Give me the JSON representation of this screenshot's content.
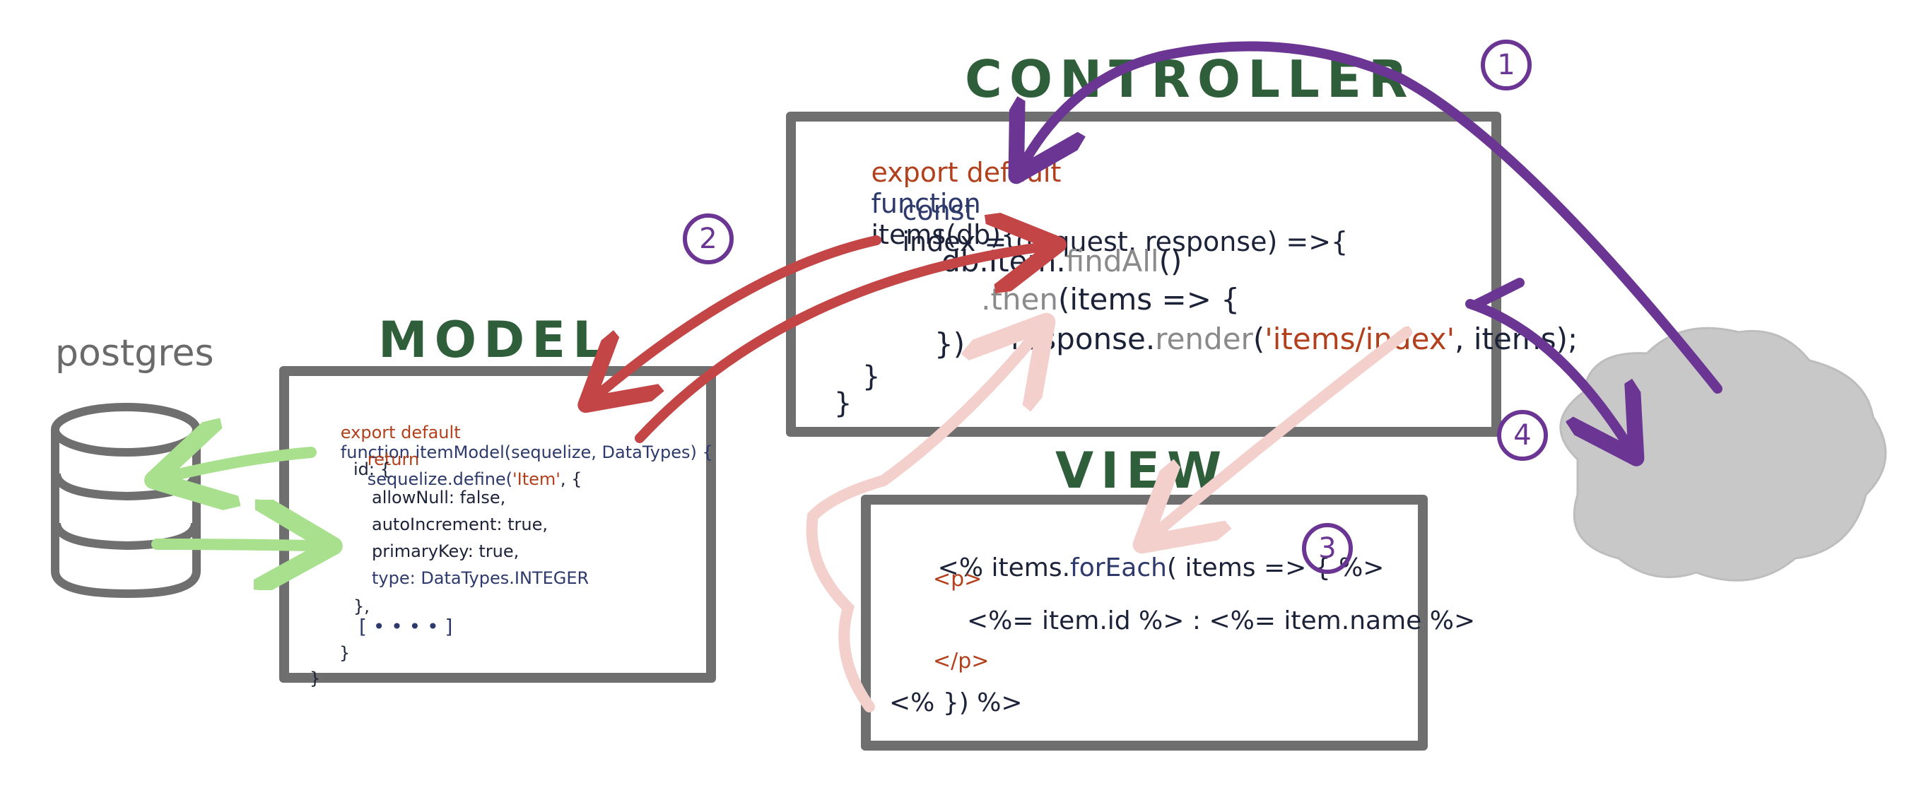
{
  "titles": {
    "controller": "CONTROLLER",
    "model": "MODEL",
    "view": "VIEW",
    "postgres": "postgres"
  },
  "controller_code": {
    "l1_kw": "export default",
    "l1_fn": "function",
    "l1_rest": "items(db){",
    "l2_kw": "const",
    "l2_rest": "index = (request, response) =>{",
    "l3_a": "db.Item.",
    "l3_b": "findAll",
    "l3_c": "()",
    "l4_a": ".then",
    "l4_b": "(items => {",
    "l5_a": "response.",
    "l5_b": "render",
    "l5_c": "(",
    "l5_d": "'items/index'",
    "l5_e": ", items);",
    "l6": "})",
    "l7": "}",
    "l8": "}"
  },
  "model_code": {
    "l1_kw": "export default",
    "l1_rest": "function itemModel(sequelize, DataTypes) {",
    "l2_kw": "return",
    "l2_a": "sequelize.define(",
    "l2_b": "'Item'",
    "l2_c": ", {",
    "l3": "id: {",
    "l4": "allowNull: false,",
    "l5": "autoIncrement: true,",
    "l6": "primaryKey: true,",
    "l7": "type: DataTypes.INTEGER",
    "l8": "},",
    "l9": "[ • • • • ]",
    "l10": "}",
    "l11": "}"
  },
  "view_code": {
    "l1_a": "<% items.",
    "l1_b": "forEach",
    "l1_c": "( items => { %>",
    "l2": "<p>",
    "l3": "<%= item.id %> : <%= item.name %>",
    "l4": "</p>",
    "l5": "<% }) %>"
  },
  "markers": {
    "m1": "1",
    "m2": "2",
    "m3": "3",
    "m4": "4"
  },
  "colors": {
    "box_border": "#6f6f6f",
    "title_green": "#2f5e3a",
    "purple": "#6b3593",
    "red": "#c44545",
    "pink": "#f3d0cc",
    "green_arrow": "#a8e08e",
    "cloud": "#c8c8c8",
    "db_stroke": "#6f6f6f"
  }
}
